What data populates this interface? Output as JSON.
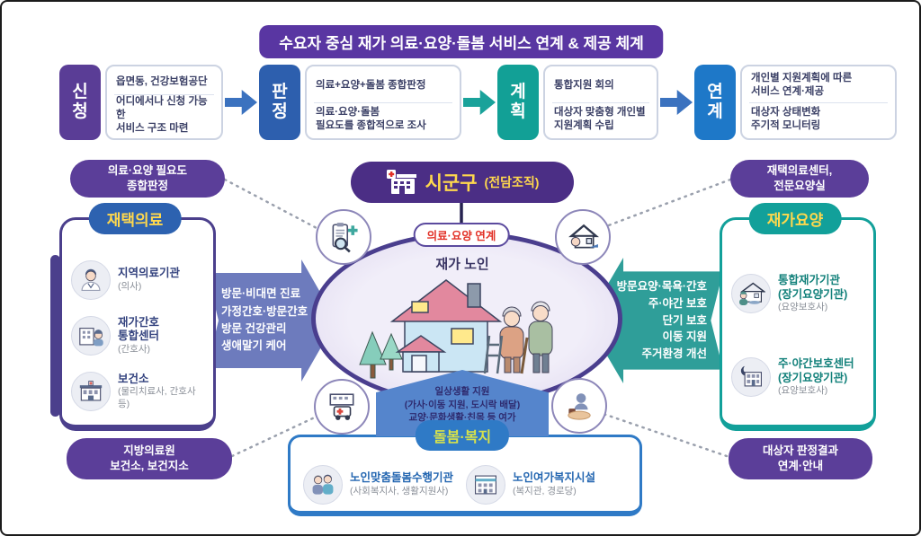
{
  "title": "수요자 중심 재가 의료·요양·돌봄 서비스 연계 & 제공 체계",
  "flow": {
    "steps": [
      {
        "label": "신청",
        "line1": "읍면동, 건강보험공단",
        "line2": "어디에서나 신청 가능한\n서비스 구조 마련"
      },
      {
        "label": "판정",
        "line1": "의료+요양+돌봄 종합판정",
        "line2": "의료·요양·돌봄\n필요도를 종합적으로 조사"
      },
      {
        "label": "계획",
        "line1": "통합지원 회의",
        "line2": "대상자 맞춤형 개인별\n지원계획 수립"
      },
      {
        "label": "연계",
        "line1": "개인별 지원계획에 따른\n서비스 연계·제공",
        "line2": "대상자 상태변화\n주기적 모니터링"
      }
    ]
  },
  "hub": {
    "name": "시군구",
    "org": "(전담조직)"
  },
  "center": {
    "link_badge": "의료·요양 연계",
    "person": "재가 노인",
    "bottom_arrow_text": "일상생활 지원\n(가사·이동 지원, 도시락 배달)\n교양·문화생활·친목 등 여가"
  },
  "left_arrow_text": "방문·비대면 진료\n가정간호·방문간호\n방문 건강관리\n생애말기 케어",
  "right_arrow_text": "방문요양·목욕·간호\n주·야간 보호\n단기 보호\n이동 지원\n주거환경 개선",
  "corner_labels": {
    "top_left": "의료·요양 필요도\n종합판정",
    "top_right": "재택의료센터,\n전문요양실",
    "bottom_left": "지방의료원\n보건소, 보건지소",
    "bottom_right": "대상자 판정결과\n연계·안내"
  },
  "panels": {
    "home_medical": {
      "title": "재택의료",
      "items": [
        {
          "name": "지역의료기관",
          "sub": "(의사)"
        },
        {
          "name": "재가간호\n통합센터",
          "sub": "(간호사)"
        },
        {
          "name": "보건소",
          "sub": "(물리치료사, 간호사 등)"
        }
      ]
    },
    "home_care": {
      "title": "재가요양",
      "items": [
        {
          "name": "통합재가기관\n(장기요양기관)",
          "sub": "(요양보호사)"
        },
        {
          "name": "주·야간보호센터\n(장기요양기관)",
          "sub": "(요양보호사)"
        }
      ]
    },
    "care_welfare": {
      "title": "돌봄·복지",
      "items": [
        {
          "name": "노인맞춤돌봄수행기관",
          "sub": "(사회복지사, 생활지원사)"
        },
        {
          "name": "노인여가복지시설",
          "sub": "(복지관, 경로당)"
        }
      ]
    }
  },
  "icons": {
    "hub": "hospital-building-icon",
    "node_top_left": "assessment-clipboard-icon",
    "node_top_right": "home-visit-icon",
    "node_bottom_left": "ambulance-icon",
    "node_bottom_right": "care-hand-icon",
    "home_medical": [
      "doctor-icon",
      "nurse-center-icon",
      "health-center-icon"
    ],
    "home_care": [
      "integrated-care-agency-icon",
      "day-night-center-icon"
    ],
    "care_welfare": [
      "caregivers-icon",
      "welfare-facility-icon"
    ]
  },
  "colors": {
    "purple": "#5936a2",
    "deep_purple": "#4b2e85",
    "pill_purple": "#5b3e99",
    "blue": "#2d62b0",
    "link_blue": "#1e78c8",
    "teal": "#12a09a",
    "yellow": "#ffd84d",
    "lime": "#d6e14c",
    "red": "#e23127"
  }
}
